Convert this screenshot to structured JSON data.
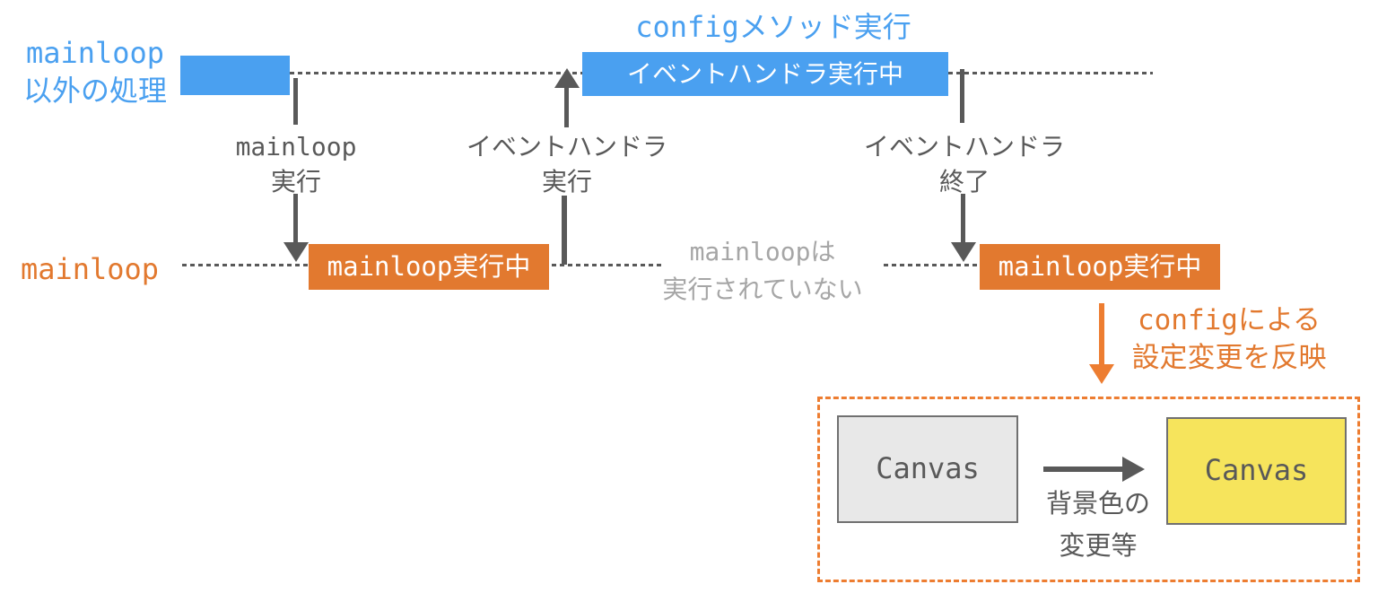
{
  "colors": {
    "blue": "#4AA0F0",
    "orange": "#E2792F",
    "orange_bright": "#ED7D31",
    "dark_gray": "#595959",
    "light_gray": "#A6A6A6",
    "canvas_gray": "#E8E8E8",
    "canvas_yellow": "#F6E45C",
    "canvas_border": "#707070"
  },
  "top_row": {
    "axis_label_line1": "mainloop",
    "axis_label_line2": "以外の処理",
    "config_title": "configメソッド実行",
    "event_bar_label": "イベントハンドラ実行中"
  },
  "event_markers": {
    "mainloop_start": {
      "line1": "mainloop",
      "line2": "実行"
    },
    "handler_start": {
      "line1": "イベントハンドラ",
      "line2": "実行"
    },
    "handler_end": {
      "line1": "イベントハンドラ",
      "line2": "終了"
    }
  },
  "mainloop_row": {
    "axis_label": "mainloop",
    "running_bar1_label": "mainloop実行中",
    "running_bar2_label": "mainloop実行中",
    "idle_note_line1": "mainloopは",
    "idle_note_line2": "実行されていない"
  },
  "config_effect": {
    "note_line1": "configによる",
    "note_line2": "設定変更を反映"
  },
  "canvas_panel": {
    "canvas_before_label": "Canvas",
    "canvas_after_label": "Canvas",
    "change_note_line1": "背景色の",
    "change_note_line2": "変更等"
  }
}
